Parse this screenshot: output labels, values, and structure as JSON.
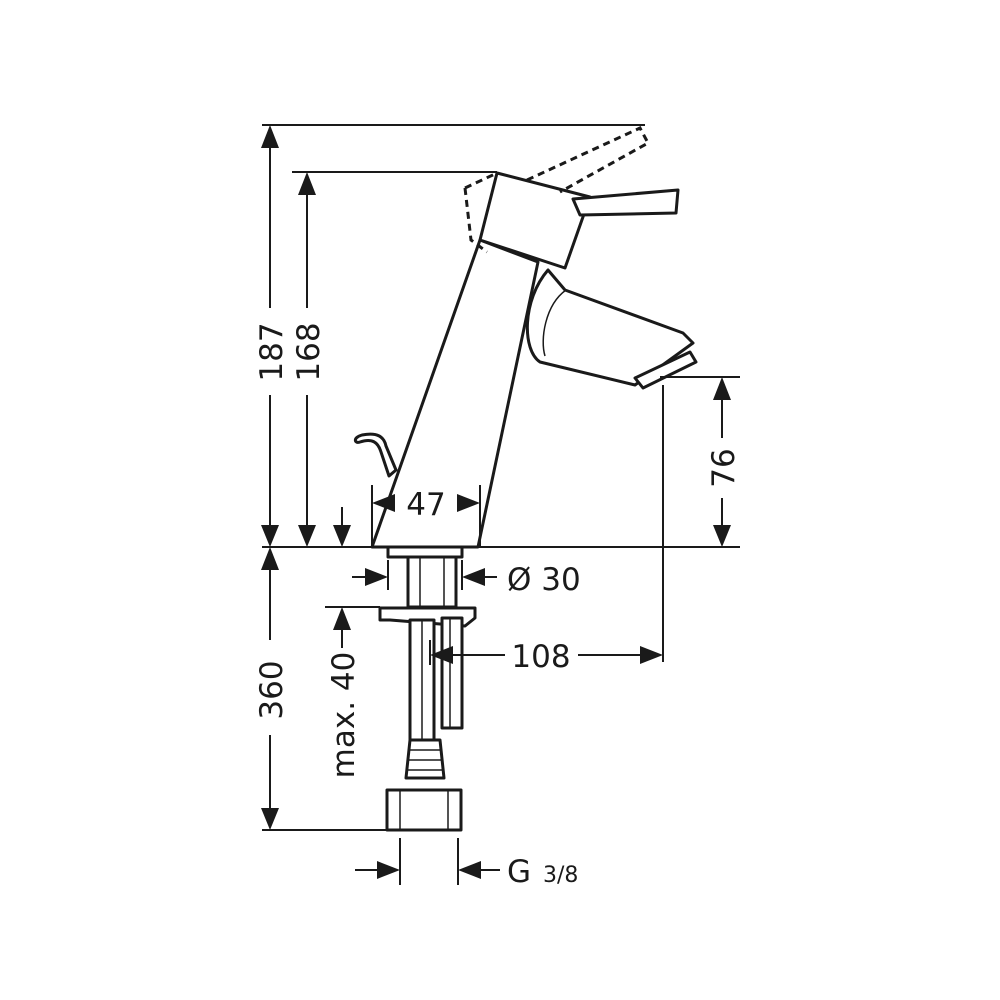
{
  "dimensions": {
    "total_height": "187",
    "body_height": "168",
    "spout_height": "76",
    "base_width": "47",
    "shank_diameter": "Ø 30",
    "spout_reach": "108",
    "supply_length": "360",
    "max_deck_thickness": "max. 40",
    "connection_thread": "G",
    "connection_fraction": "3/8"
  },
  "colors": {
    "line": "#1a1a1a",
    "background": "#ffffff"
  }
}
